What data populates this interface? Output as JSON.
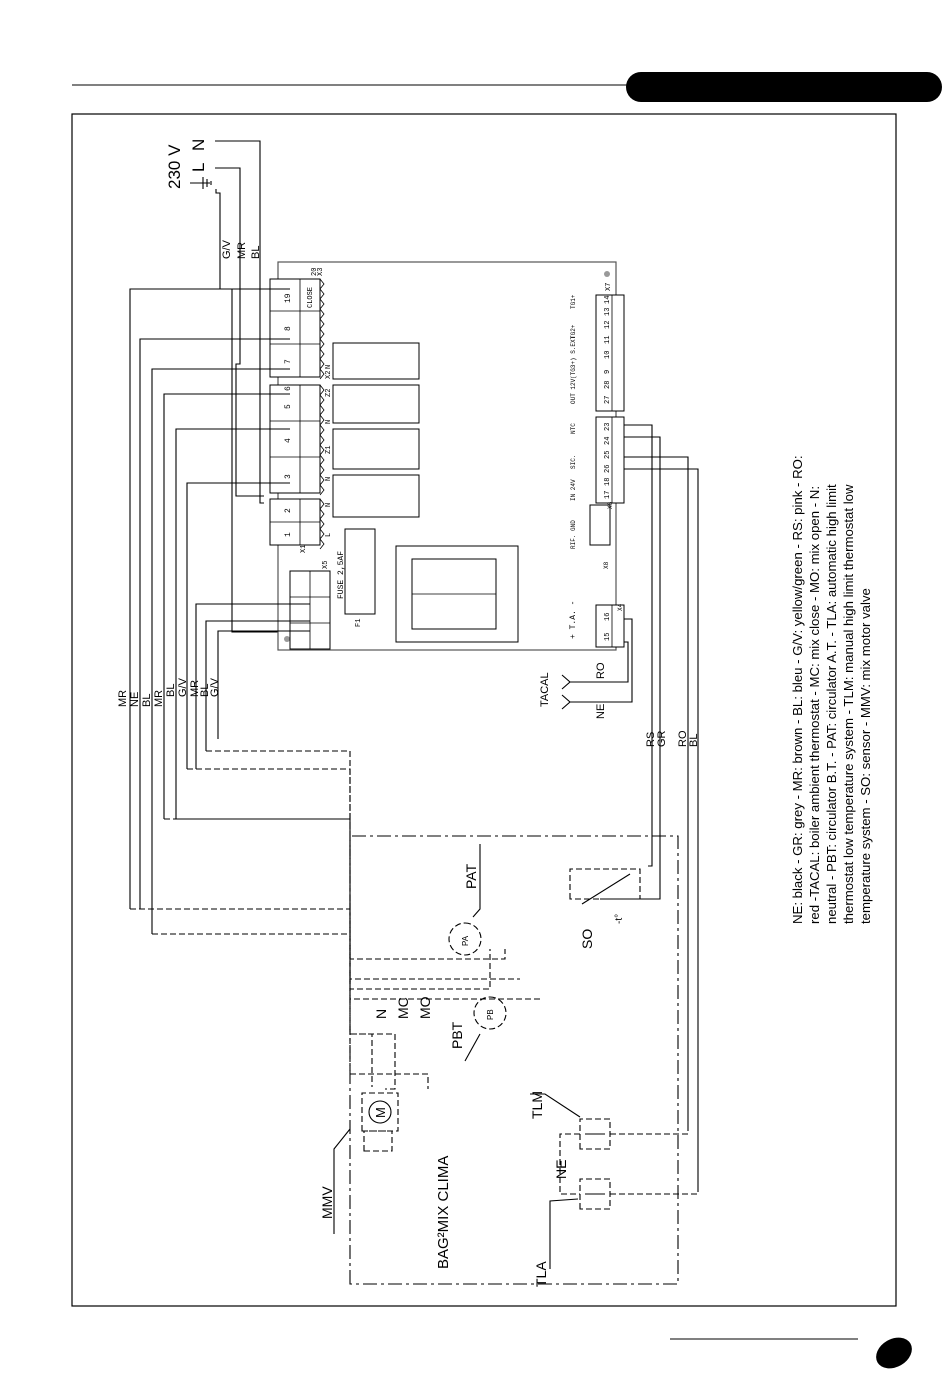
{
  "supply": {
    "voltage": "230 V",
    "live": "L",
    "neutral": "N"
  },
  "wires": {
    "supply": [
      "G/V",
      "MR",
      "BL"
    ],
    "bundle_left": [
      "MR",
      "NE",
      "BL",
      "MR",
      "BL",
      "G/V",
      "MR",
      "BL",
      "G/V"
    ],
    "sensor": [
      "RS",
      "GR",
      "RO",
      "BL"
    ],
    "tacal": [
      "RO",
      "NE"
    ]
  },
  "board": {
    "terminals_x3": [
      "1",
      "2",
      "3",
      "4",
      "5",
      "6",
      "7",
      "8",
      "19",
      "20"
    ],
    "labels": {
      "close": "CLOSE",
      "x1": "X1",
      "x2": "X2",
      "x3": "X3",
      "x5": "X5",
      "z1": "Z1",
      "z2": "Z2",
      "n": "N",
      "l": "L",
      "fuse": "FUSE 2,5AF",
      "f1": "F1",
      "x4": "X4",
      "x6": "X6",
      "x7": "X7",
      "x8": "X8",
      "ta": "+ T.A. -",
      "rif_gnd": "RIF. GND",
      "ntc": "NTC",
      "sic": "SIC.",
      "in_24v": "IN 24V",
      "out_12v": "OUT 12V",
      "tg3": "(TG3+) S.EXT",
      "tg2": "TG2+",
      "tg1": "TG1+"
    },
    "terminals_x7": [
      "27",
      "28",
      "9",
      "10",
      "11",
      "12",
      "13",
      "14"
    ],
    "terminals_ntc": [
      "17",
      "18",
      "26",
      "25",
      "24",
      "23"
    ],
    "terminals_x4": [
      "15",
      "16"
    ]
  },
  "components": {
    "tacal": "TACAL",
    "pat": "PAT",
    "pa": "PA",
    "pbt": "PBT",
    "pb": "PB",
    "so": "SO",
    "temp": "-t°",
    "mmv": "MMV",
    "motor": "M",
    "n": "N",
    "mc": "MC",
    "mo": "MO",
    "tlm": "TLM",
    "tla": "TLA",
    "ne": "NE",
    "unit_name": "BAG²MIX CLIMA"
  },
  "legend": "NE: black - GR: grey - MR: brown - BL: bleu - G/V: yellow/green - RS: pink - RO: red -TACAL: boiler ambient thermostat - MC: mix close - MO: mix open - N: neutral - PBT: circulator B.T. - PAT: circulator A.T. - TLA: automatic high limit thermostat low temperature system - TLM: manual high limit thermostat low temperature system - SO: sensor - MMV: mix motor valve",
  "legend_lines": [
    "NE: black - GR: grey - MR: brown - BL: bleu - G/V: yellow/green - RS: pink - RO:",
    "red -TACAL: boiler ambient thermostat - MC: mix close - MO: mix open - N:",
    "neutral - PBT: circulator B.T. - PAT: circulator A.T. - TLA: automatic high limit",
    "thermostat low temperature system - TLM: manual high limit thermostat low",
    "temperature system - SO: sensor - MMV: mix motor valve"
  ]
}
